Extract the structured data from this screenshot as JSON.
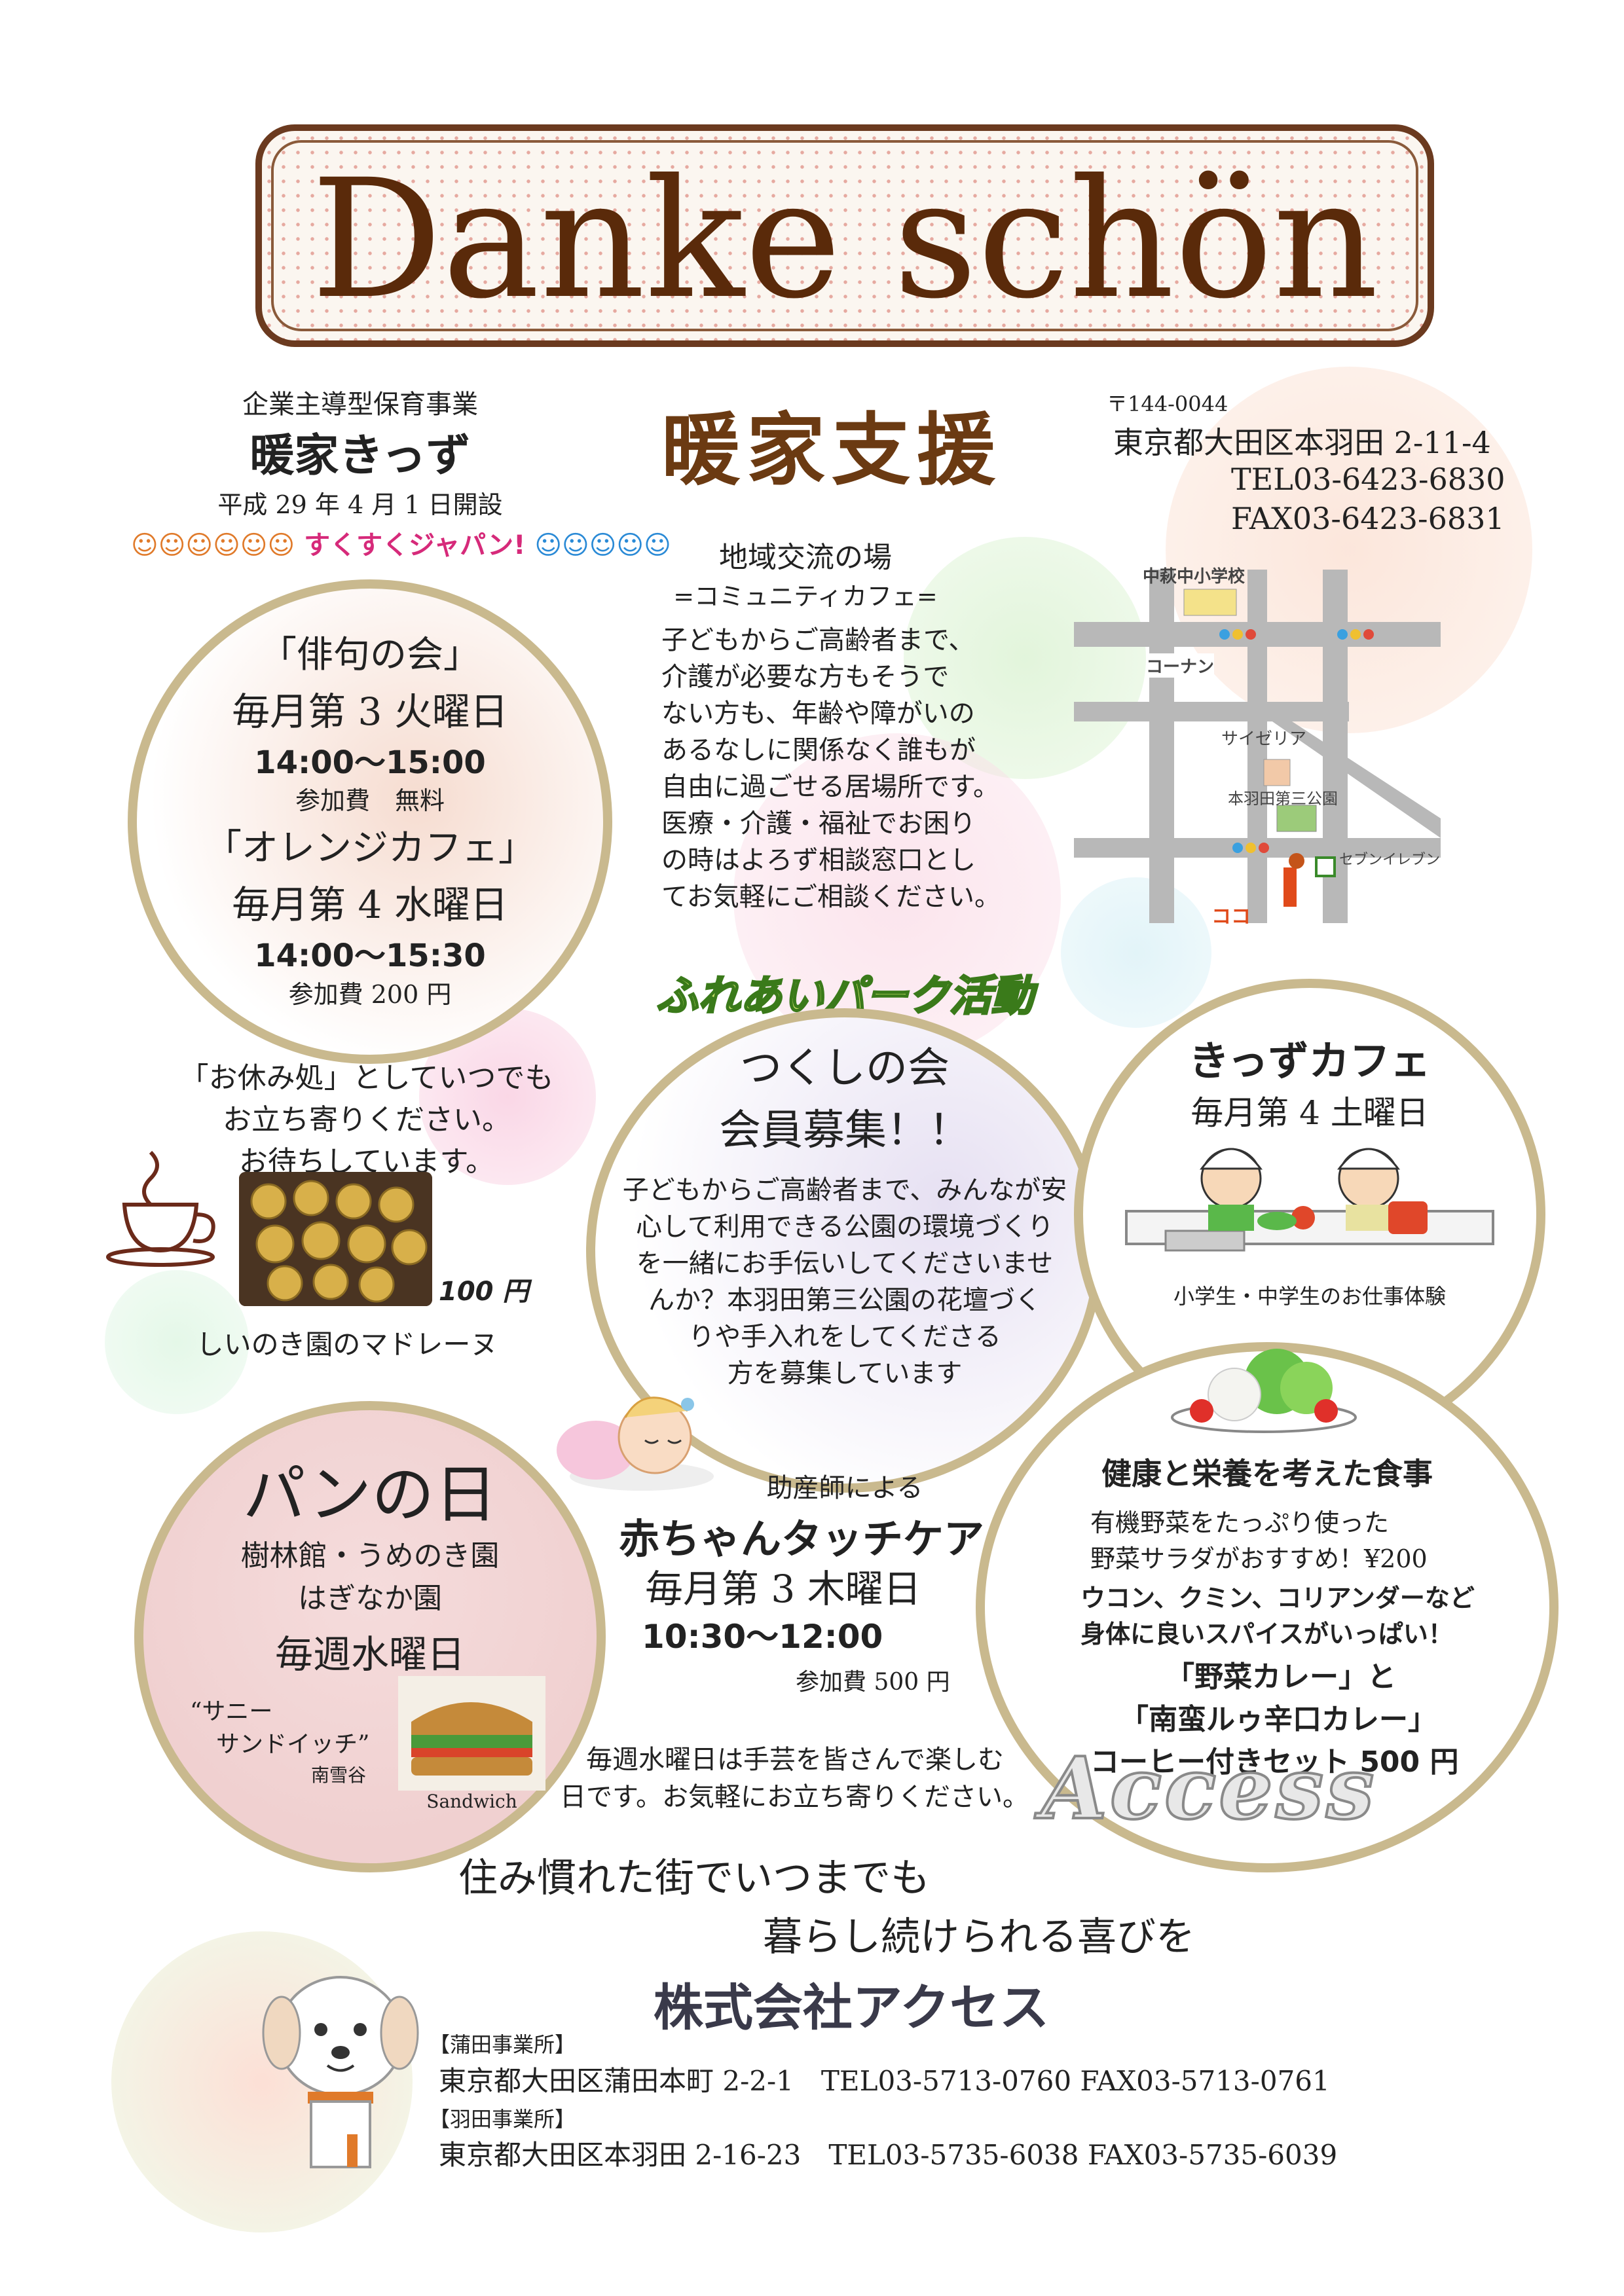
{
  "title": "Danke schön",
  "header_left": {
    "caption": "企業主導型保育事業",
    "name": "暖家きっず",
    "opened": "平成 29 年 4 月 1 日開設",
    "banner": "すくすくジャパン!"
  },
  "header_center": "暖家支援",
  "header_right": {
    "postal": "〒144-0044",
    "address": "東京都大田区本羽田 2-11-4",
    "tel": "TEL03-6423-6830",
    "fax": "FAX03-6423-6831"
  },
  "haiku_circle": {
    "title1": "「俳句の会」",
    "schedule1": "毎月第 3 火曜日",
    "time1": "14:00～15:00",
    "fee1": "参加費　無料",
    "title2": "「オレンジカフェ」",
    "schedule2": "毎月第 4 水曜日",
    "time2": "14:00～15:30",
    "fee2": "参加費 200 円"
  },
  "community": {
    "title": "地域交流の場",
    "subtitle": "=コミュニティカフェ=",
    "lines": [
      "子どもからご高齢者まで、",
      "介護が必要な方もそうで",
      "ない方も、年齢や障がいの",
      "あるなしに関係なく誰もが",
      "自由に過ごせる居場所です。",
      "医療・介護・福祉でお困り",
      "の時はよろず相談窓口とし",
      "てお気軽にご相談ください。"
    ]
  },
  "map": {
    "school": "中萩中小学校",
    "konan": "コーナン",
    "saizeriya": "サイゼリア",
    "park": "本羽田第三公園",
    "seven": "セブンイレブン",
    "here": "ココ"
  },
  "rest": {
    "lines": [
      "「お休み処」としていつでも",
      "お立ち寄りください。",
      "お待ちしています。"
    ],
    "price": "100 円",
    "caption": "しいのき園のマドレーヌ"
  },
  "park_activity": {
    "heading": "ふれあいパーク活動",
    "title1": "つくしの会",
    "title2": "会員募集！！",
    "lines": [
      "子どもからご高齢者まで、みんなが安",
      "心して利用できる公園の環境づくり",
      "を一緒にお手伝いしてくださいませ",
      "んか？本羽田第三公園の花壇づく",
      "りや手入れをしてくださる",
      "方を募集しています"
    ]
  },
  "kids_cafe": {
    "title": "きっずカフェ",
    "schedule": "毎月第 4 土曜日",
    "caption": "小学生・中学生のお仕事体験"
  },
  "bread": {
    "title": "パンの日",
    "line1": "樹林館・うめのき園",
    "line2": "はぎなか園",
    "schedule": "毎週水曜日",
    "sandwich1": "“サニー",
    "sandwich2": "サンドイッチ”",
    "maker": "南雪谷",
    "photo_label": "Sandwich"
  },
  "baby": {
    "intro": "助産師による",
    "title": "赤ちゃんタッチケア",
    "schedule": "毎月第 3 木曜日",
    "time": "10:30～12:00",
    "fee": "参加費 500 円"
  },
  "crafts": {
    "line1": "毎週水曜日は手芸を皆さんで楽しむ",
    "line2": "日です。お気軽にお立ち寄りください。"
  },
  "meal": {
    "title": "健康と栄養を考えた食事",
    "line1": "有機野菜をたっぷり使った",
    "line2": "野菜サラダがおすすめ！¥200",
    "line3": "ウコン、クミン、コリアンダーなど",
    "line4": "身体に良いスパイスがいっぱい！",
    "line5": "「野菜カレー」と",
    "line6": "「南蛮ルゥ辛口カレー」",
    "line7": "コーヒー付きセット 500 円"
  },
  "access_logo": "Access",
  "slogan": {
    "line1": "住み慣れた街でいつまでも",
    "line2": "暮らし続けられる喜びを"
  },
  "company": "株式会社アクセス",
  "offices": [
    {
      "label": "【蒲田事業所】",
      "detail": "東京都大田区蒲田本町 2-2-1　TEL03-5713-0760 FAX03-5713-0761"
    },
    {
      "label": "【羽田事業所】",
      "detail": "東京都大田区本羽田 2-16-23　TEL03-5735-6038 FAX03-5735-6039"
    }
  ],
  "colors": {
    "title_brown": "#5a2a0a",
    "ring_gold": "#c9b98e",
    "accent_orange": "#d9441a",
    "green": "#3a8a2a"
  }
}
